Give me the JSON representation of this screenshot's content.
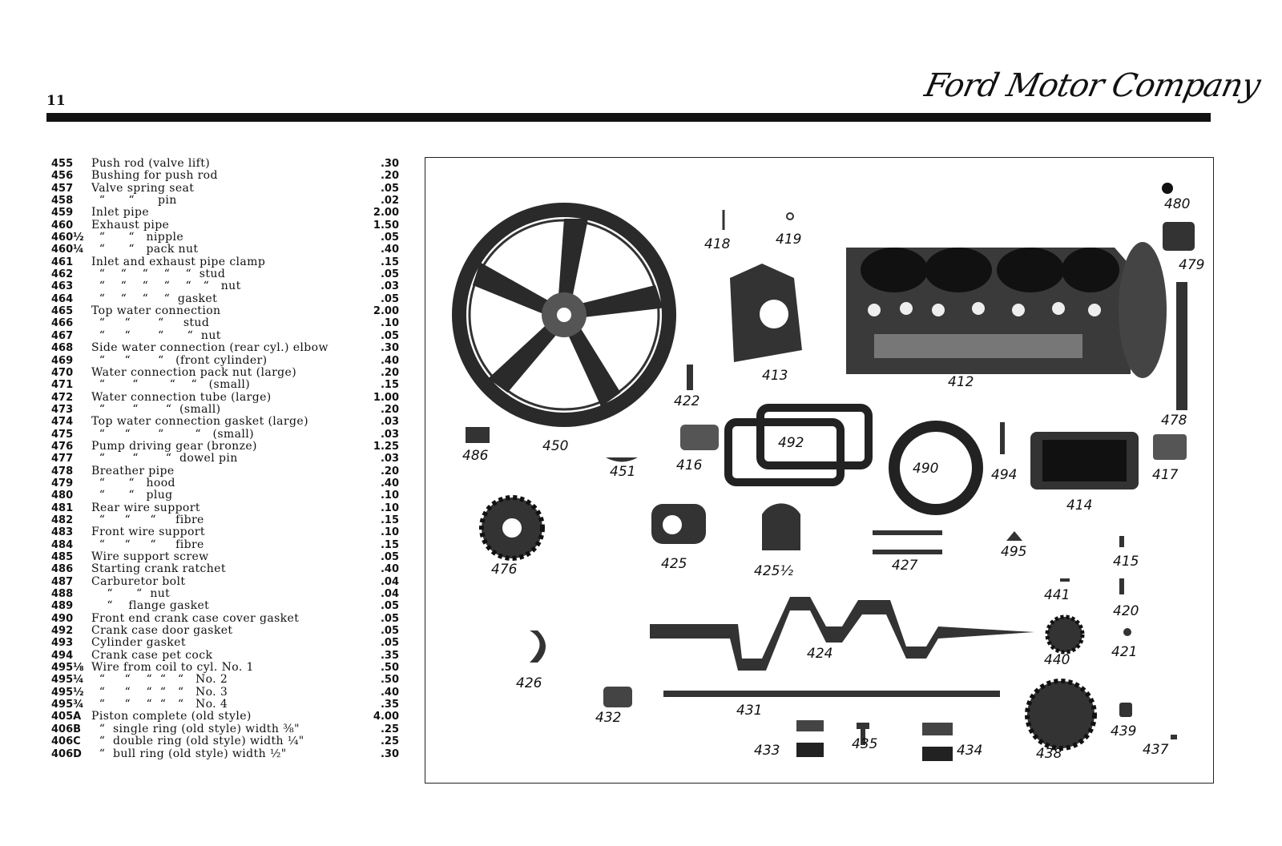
{
  "header": {
    "page_number": "11",
    "brand": "Ford Motor Company"
  },
  "parts": [
    {
      "no": "455",
      "desc": "Push rod (valve lift)",
      "price": ".30"
    },
    {
      "no": "456",
      "desc": "Bushing for push rod",
      "price": ".20"
    },
    {
      "no": "457",
      "desc": "Valve spring seat",
      "price": ".05"
    },
    {
      "no": "458",
      "desc": "  “      “      pin",
      "price": ".02"
    },
    {
      "no": "459",
      "desc": "Inlet pipe",
      "price": "2.00"
    },
    {
      "no": "460",
      "desc": "Exhaust pipe",
      "price": "1.50"
    },
    {
      "no": "460½",
      "desc": "  “      “   nipple",
      "price": ".05"
    },
    {
      "no": "460¼",
      "desc": "  “      “   pack nut",
      "price": ".40"
    },
    {
      "no": "461",
      "desc": "Inlet and exhaust pipe clamp",
      "price": ".15"
    },
    {
      "no": "462",
      "desc": "  “    “    “    “    “  stud",
      "price": ".05"
    },
    {
      "no": "463",
      "desc": "  “    “    “    “    “   “   nut",
      "price": ".03"
    },
    {
      "no": "464",
      "desc": "  “    “    “    “  gasket",
      "price": ".05"
    },
    {
      "no": "465",
      "desc": "Top water connection",
      "price": "2.00"
    },
    {
      "no": "466",
      "desc": "  “     “       “     stud",
      "price": ".10"
    },
    {
      "no": "467",
      "desc": "  “     “       “      “  nut",
      "price": ".05"
    },
    {
      "no": "468",
      "desc": "Side water connection (rear cyl.) elbow",
      "price": ".30"
    },
    {
      "no": "469",
      "desc": "  “     “       “   (front cylinder)",
      "price": ".40"
    },
    {
      "no": "470",
      "desc": "Water connection pack nut (large)",
      "price": ".20"
    },
    {
      "no": "471",
      "desc": "  “       “        “    “   (small)",
      "price": ".15"
    },
    {
      "no": "472",
      "desc": "Water connection tube (large)",
      "price": "1.00"
    },
    {
      "no": "473",
      "desc": "  “       “       “  (small)",
      "price": ".20"
    },
    {
      "no": "474",
      "desc": "Top water connection gasket (large)",
      "price": ".03"
    },
    {
      "no": "475",
      "desc": "  “     “       “        “   (small)",
      "price": ".03"
    },
    {
      "no": "476",
      "desc": "Pump driving gear (bronze)",
      "price": "1.25"
    },
    {
      "no": "477",
      "desc": "  “       “       “  dowel pin",
      "price": ".03"
    },
    {
      "no": "478",
      "desc": "Breather pipe",
      "price": ".20"
    },
    {
      "no": "479",
      "desc": "  “      “   hood",
      "price": ".40"
    },
    {
      "no": "480",
      "desc": "  “      “   plug",
      "price": ".10"
    },
    {
      "no": "481",
      "desc": "Rear wire support",
      "price": ".10"
    },
    {
      "no": "482",
      "desc": "  “     “     “     fibre",
      "price": ".15"
    },
    {
      "no": "483",
      "desc": "Front wire support",
      "price": ".10"
    },
    {
      "no": "484",
      "desc": "  “     “     “     fibre",
      "price": ".15"
    },
    {
      "no": "485",
      "desc": "Wire support screw",
      "price": ".05"
    },
    {
      "no": "486",
      "desc": "Starting crank ratchet",
      "price": ".40"
    },
    {
      "no": "487",
      "desc": "Carburetor bolt",
      "price": ".04"
    },
    {
      "no": "488",
      "desc": "    “      “  nut",
      "price": ".04"
    },
    {
      "no": "489",
      "desc": "    “    flange gasket",
      "price": ".05"
    },
    {
      "no": "490",
      "desc": "Front end crank case cover gasket",
      "price": ".05"
    },
    {
      "no": "492",
      "desc": "Crank case door gasket",
      "price": ".05"
    },
    {
      "no": "493",
      "desc": "Cylinder gasket",
      "price": ".05"
    },
    {
      "no": "494",
      "desc": "Crank case pet cock",
      "price": ".35"
    },
    {
      "no": "495⅛",
      "desc": "Wire from coil to cyl. No. 1",
      "price": ".50"
    },
    {
      "no": "495¼",
      "desc": "  “     “    “  “   “   No. 2",
      "price": ".50"
    },
    {
      "no": "495½",
      "desc": "  “     “    “  “   “   No. 3",
      "price": ".40"
    },
    {
      "no": "495¾",
      "desc": "  “     “    “  “   “   No. 4",
      "price": ".35"
    },
    {
      "no": "405A",
      "desc": "Piston complete (old style)",
      "price": "4.00"
    },
    {
      "no": "406B",
      "desc": "  “  single ring (old style) width ⅜\"",
      "price": ".25"
    },
    {
      "no": "406C",
      "desc": "  “  double ring (old style) width ¼\"",
      "price": ".25"
    },
    {
      "no": "406D",
      "desc": "  “  bull ring (old style) width ½\"",
      "price": ".30"
    }
  ],
  "figure_labels": [
    "480",
    "479",
    "418",
    "419",
    "413",
    "412",
    "422",
    "478",
    "486",
    "450",
    "451",
    "416",
    "492",
    "490",
    "494",
    "417",
    "414",
    "476",
    "425",
    "425½",
    "427",
    "495",
    "415",
    "441",
    "420",
    "424",
    "440",
    "421",
    "426",
    "432",
    "431",
    "433",
    "435",
    "434",
    "438",
    "439",
    "437"
  ]
}
